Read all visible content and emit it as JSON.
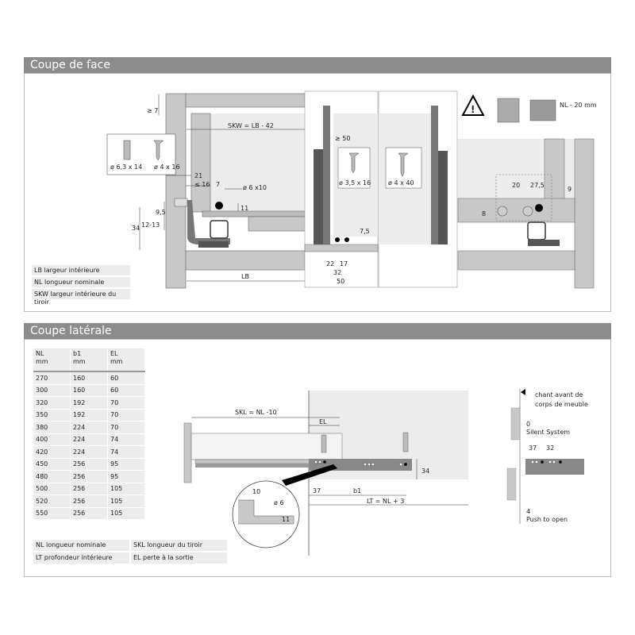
{
  "section_front": {
    "title": "Coupe de face",
    "screws": [
      "ø 6,3 x 14",
      "ø 4 x 16"
    ],
    "dims": {
      "min7": "≥ 7",
      "skw": "SKW = LB - 42",
      "d21": "21",
      "d16": "≤ 16",
      "d7": "7",
      "hole": "ø 6 x10",
      "d11": "11",
      "d95": "9,5",
      "d34": "34",
      "d1213": "12-13",
      "lb": "LB"
    },
    "detail1": {
      "d50top": "≥ 50",
      "screw": "ø 3,5 x 16",
      "d75": "7,5",
      "d22": "22",
      "d17": "17",
      "d32": "32",
      "d50": "50"
    },
    "detail2": {
      "screw": "ø 4 x 40"
    },
    "right": {
      "note": "NL - 20 mm",
      "d20": "20",
      "d275": "27,5",
      "d9": "9",
      "d8": "8"
    },
    "legend": [
      "LB largeur intérieure",
      "NL longueur nominale",
      "SKW largeur intérieure du tiroir"
    ]
  },
  "section_side": {
    "title": "Coupe latérale",
    "table": {
      "headers": [
        [
          "NL",
          "mm"
        ],
        [
          "b1",
          "mm"
        ],
        [
          "EL",
          "mm"
        ]
      ],
      "rows": [
        [
          "270",
          "160",
          "60"
        ],
        [
          "300",
          "160",
          "60"
        ],
        [
          "320",
          "192",
          "70"
        ],
        [
          "350",
          "192",
          "70"
        ],
        [
          "380",
          "224",
          "70"
        ],
        [
          "400",
          "224",
          "74"
        ],
        [
          "420",
          "224",
          "74"
        ],
        [
          "450",
          "256",
          "95"
        ],
        [
          "480",
          "256",
          "95"
        ],
        [
          "500",
          "256",
          "105"
        ],
        [
          "520",
          "256",
          "105"
        ],
        [
          "550",
          "256",
          "105"
        ]
      ]
    },
    "dims": {
      "skl": "SKL = NL -10",
      "el": "EL",
      "d37": "37",
      "b1": "b1",
      "lt": "LT = NL + 3",
      "d34": "34",
      "d10": "10",
      "d6": "ø 6",
      "d11": "11"
    },
    "front_edge": {
      "label1": "chant avant de",
      "label2": "corps de meuble",
      "v0": "0",
      "silent": "Silent System",
      "d37": "37",
      "d32": "32",
      "v4": "4",
      "push": "Push to open"
    },
    "legend": [
      [
        "NL longueur nominale",
        "SKL longueur du tiroir"
      ],
      [
        "LT profondeur intérieure",
        "EL perte à la sortie"
      ]
    ]
  }
}
